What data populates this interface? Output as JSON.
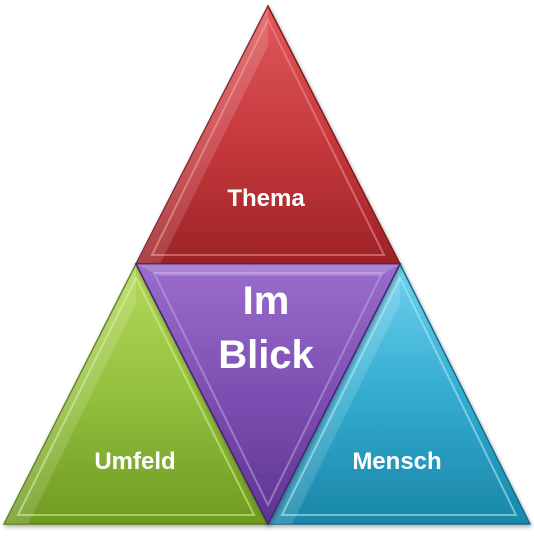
{
  "diagram": {
    "top": {
      "label": "Thema",
      "color": "#c0343a"
    },
    "left": {
      "label": "Umfeld",
      "color": "#8cb83a"
    },
    "right": {
      "label": "Mensch",
      "color": "#2aa6c9"
    },
    "center": {
      "line1": "Im",
      "line2": "Blick",
      "color": "#7c4fb0"
    }
  }
}
